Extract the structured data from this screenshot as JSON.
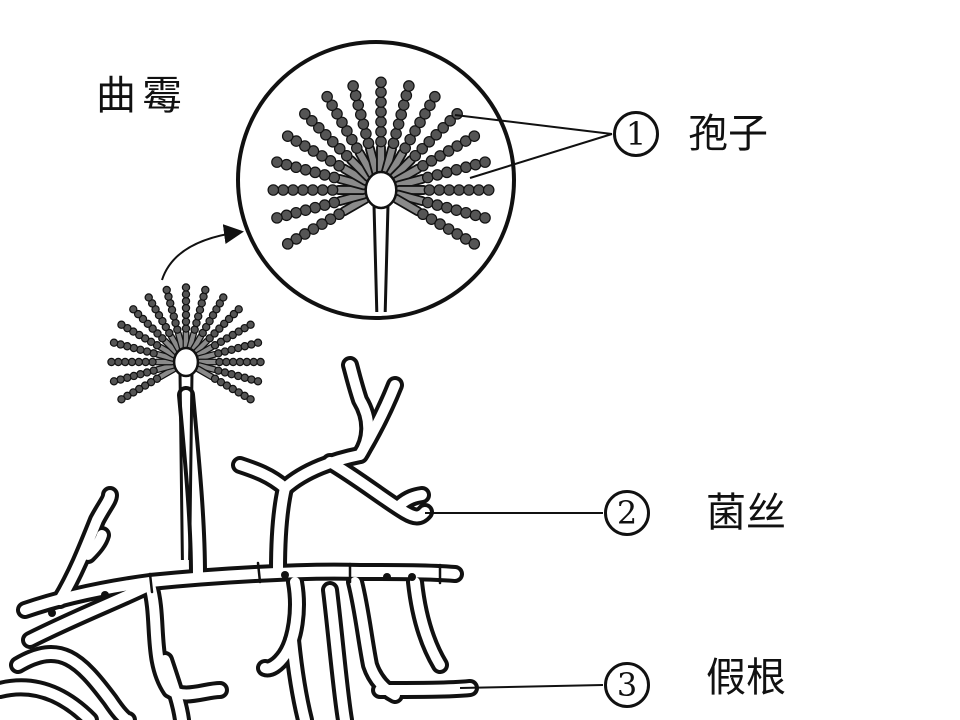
{
  "diagram": {
    "title": "曲霉",
    "labels": [
      {
        "number": "1",
        "text": "孢子"
      },
      {
        "number": "2",
        "text": "菌丝"
      },
      {
        "number": "3",
        "text": "假根"
      }
    ]
  },
  "colors": {
    "ink": "#111111",
    "spore_fill": "#555555",
    "sterigma_fill": "#8a8a8a",
    "background": "#ffffff"
  }
}
